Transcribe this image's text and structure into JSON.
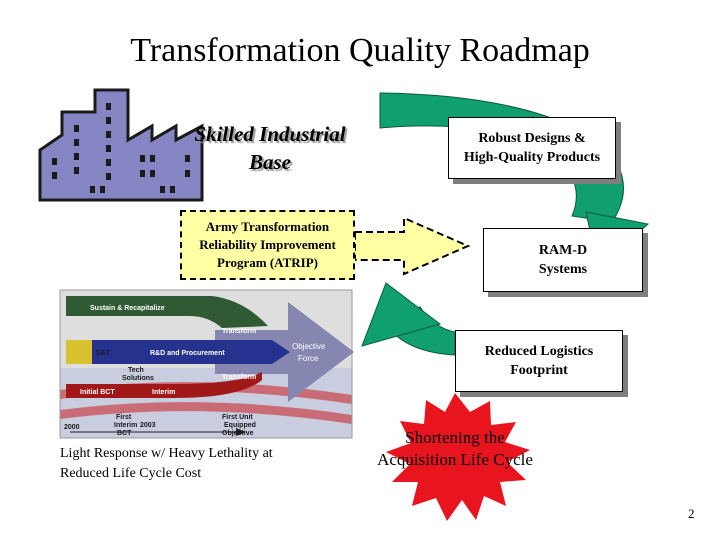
{
  "title": "Transformation Quality Roadmap",
  "skilled_base": {
    "line1": "Skilled Industrial",
    "line2": "Base"
  },
  "atrip": {
    "line1": "Army Transformation",
    "line2": "Reliability Improvement",
    "line3": "Program (ATRIP)"
  },
  "cycle_boxes": {
    "robust": {
      "line1": "Robust Designs &",
      "line2": "High-Quality Products"
    },
    "ramd": {
      "line1": "RAM-D",
      "line2": "Systems"
    },
    "reduced": {
      "line1": "Reduced Logistics",
      "line2": "Footprint"
    }
  },
  "roadmap": {
    "sustain": "Sustain & Recapitalize",
    "transform_top": "Transform",
    "st": "S&T",
    "rd": "R&D and Procurement",
    "objective_line1": "Objective",
    "objective_line2": "Force",
    "tech_line1": "Tech",
    "tech_line2": "Solutions",
    "transform_bottom": "Transform",
    "initial_bct": "Initial BCT",
    "interim": "Interim",
    "year_2000": "2000",
    "first_interim_line1": "First",
    "first_interim_line2": "Interim",
    "first_interim_line3": "BCT",
    "year_2003": "2003",
    "first_unit_line1": "First Unit",
    "first_unit_line2": "Equipped",
    "first_unit_line3": "Objective"
  },
  "caption": {
    "line1": "Light Response w/ Heavy Lethality at",
    "line2": "Reduced Life Cycle Cost"
  },
  "starburst": {
    "line1": "Shortening the",
    "line2": "Acquisition Life Cycle"
  },
  "page_number": "2",
  "colors": {
    "factory": "#8585c4",
    "cycle_arrow": "#10a070",
    "atrip_fill": "#ffffa3",
    "starburst": "#e8141e"
  }
}
